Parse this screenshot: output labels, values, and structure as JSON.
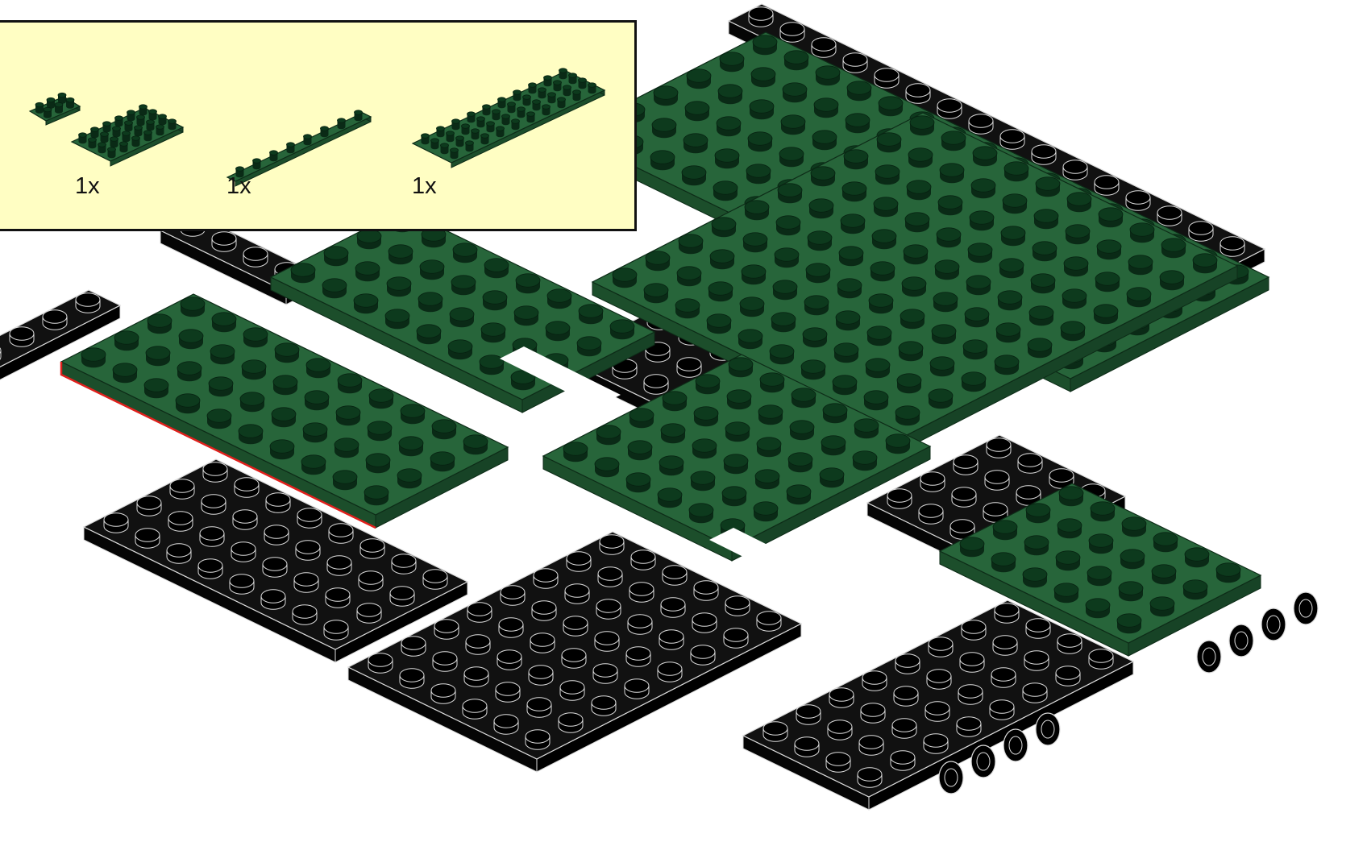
{
  "image": {
    "kind": "building-instruction-step",
    "description_tags": [
      "isometric",
      "brick-plates",
      "baseplate-assembly"
    ],
    "colors": {
      "plate_green": "#27653a",
      "plate_green_side": "#1c4e2b",
      "stud_dark": "#0a2a16",
      "plate_black": "#111111",
      "outline_white": "#dcdcdc",
      "callout_bg": "#fffec3",
      "highlight_red": "#e0201c"
    }
  },
  "parts_list": {
    "items": [
      {
        "part": "partial-plate-icon",
        "qty_label": ""
      },
      {
        "part": "plate-4x6-icon",
        "qty_label": "1x"
      },
      {
        "part": "plate-1x8-icon",
        "qty_label": "1x"
      },
      {
        "part": "plate-4x10-icon",
        "qty_label": "1x"
      }
    ]
  }
}
